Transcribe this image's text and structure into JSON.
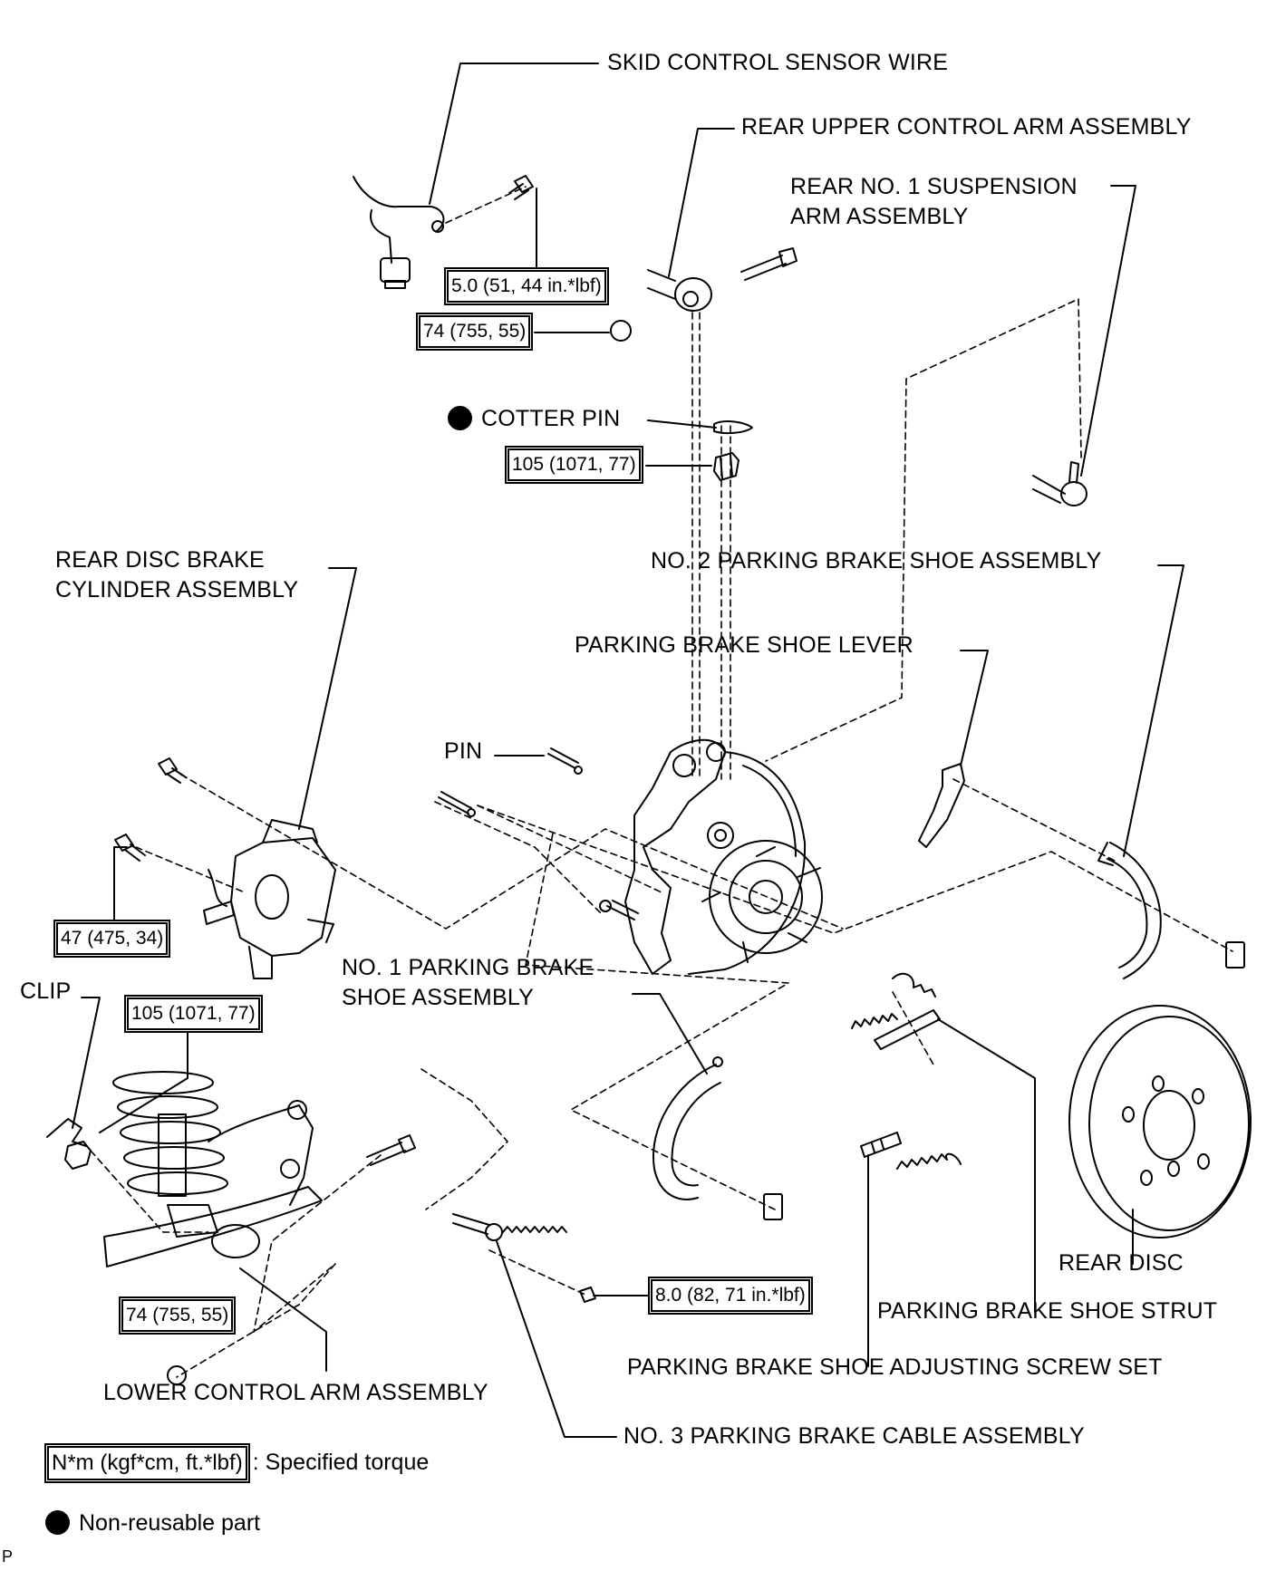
{
  "labels": {
    "skid_control_sensor_wire": "SKID CONTROL SENSOR WIRE",
    "rear_upper_control_arm": "REAR UPPER CONTROL ARM ASSEMBLY",
    "rear_no1_suspension_arm": [
      "REAR NO. 1 SUSPENSION",
      "ARM ASSEMBLY"
    ],
    "cotter_pin": "COTTER PIN",
    "rear_disc_brake_cylinder": [
      "REAR DISC BRAKE",
      "CYLINDER ASSEMBLY"
    ],
    "no2_parking_brake_shoe": "NO. 2 PARKING BRAKE SHOE ASSEMBLY",
    "parking_brake_shoe_lever": "PARKING BRAKE SHOE LEVER",
    "pin": "PIN",
    "clip": "CLIP",
    "no1_parking_brake_shoe": [
      "NO. 1 PARKING BRAKE",
      "SHOE ASSEMBLY"
    ],
    "rear_disc": "REAR DISC",
    "parking_brake_shoe_strut": "PARKING BRAKE SHOE STRUT",
    "adjusting_screw_set": "PARKING BRAKE SHOE ADJUSTING SCREW SET",
    "lower_control_arm": "LOWER CONTROL ARM ASSEMBLY",
    "no3_parking_brake_cable": "NO. 3 PARKING BRAKE CABLE ASSEMBLY"
  },
  "torques": {
    "sensor_bolt": "5.0 (51, 44 in.*lbf)",
    "upper_arm_nut": "74 (755, 55)",
    "castle_nut": "105 (1071, 77)",
    "caliper_bolt": "47 (475, 34)",
    "spring_nut": "105 (1071, 77)",
    "lower_arm_nut": "74 (755, 55)",
    "cable_bolt": "8.0 (82, 71 in.*lbf)"
  },
  "legend": {
    "torque_unit": "N*m (kgf*cm, ft.*lbf)",
    "torque_desc": ": Specified torque",
    "non_reusable": "Non-reusable part"
  },
  "corner_mark": "P"
}
